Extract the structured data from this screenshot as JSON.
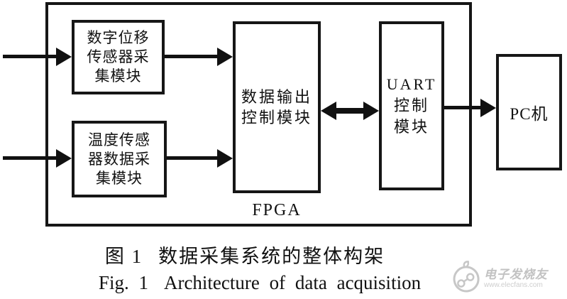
{
  "diagram": {
    "outer_label": "FPGA",
    "blocks": {
      "displacement": {
        "lines": [
          "数字位移",
          "传感器采",
          "集模块"
        ]
      },
      "temperature": {
        "lines": [
          "温度传感",
          "器数据采",
          "集模块"
        ]
      },
      "output_control": {
        "lines": [
          "数据输出",
          "控制模块"
        ]
      },
      "uart": {
        "lines": [
          "UART",
          "控制",
          "模块"
        ]
      },
      "pc": {
        "label": "PC机"
      }
    }
  },
  "caption": {
    "line1_prefix": "图 1",
    "line1_text": "数据采集系统的整体构架",
    "line2_prefix": "Fig. 1",
    "line2_text": "Architecture of data acquisition"
  },
  "watermark": {
    "title": "电子发烧友",
    "url": "www.elecfans.com"
  },
  "colors": {
    "line": "#161616",
    "background": "#ffffff",
    "watermark": "#c7c7c7"
  }
}
